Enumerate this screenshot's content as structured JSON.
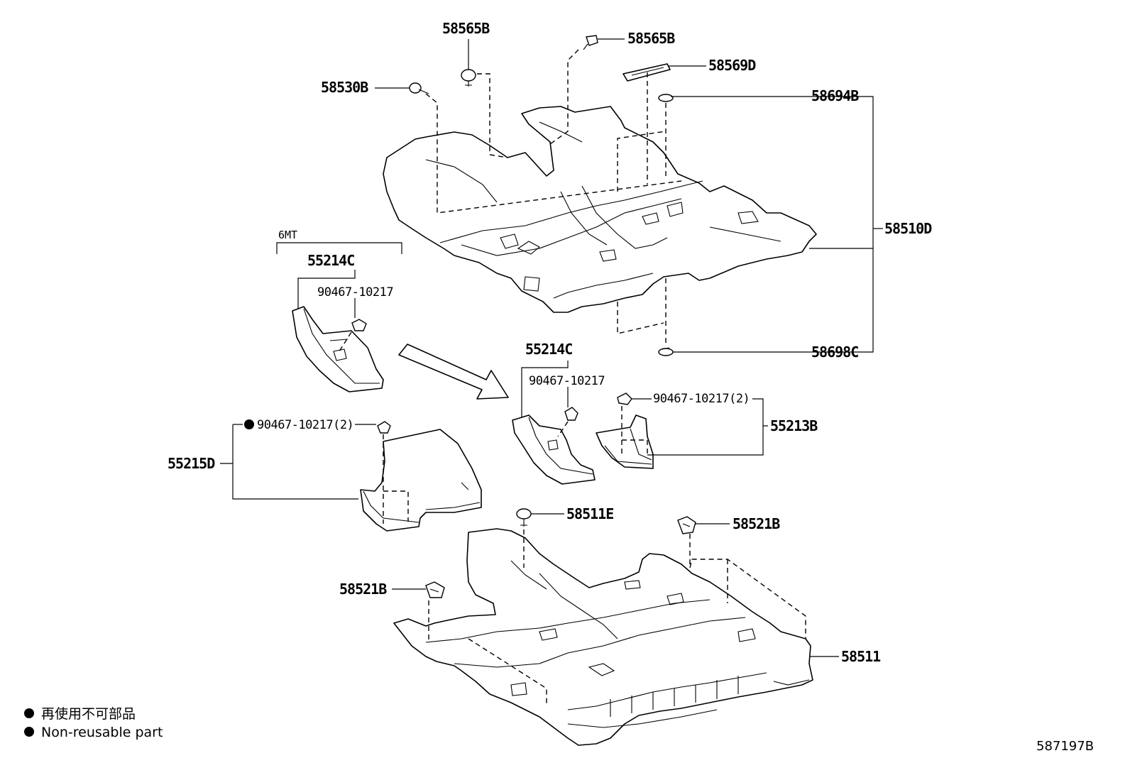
{
  "labels": {
    "p58565B_top": "58565B",
    "p58565B_right": "58565B",
    "p58569D": "58569D",
    "p58530B": "58530B",
    "p58694B": "58694B",
    "p58510D": "58510D",
    "p58698C": "58698C",
    "mt6": "6MT",
    "p55214C_left": "55214C",
    "p90467_left": "90467-10217",
    "p55214C_mid": "55214C",
    "p90467_mid": "90467-10217",
    "p90467_right2": "90467-10217(2)",
    "p55213B": "55213B",
    "p90467_left2": "90467-10217(2)",
    "p55215D": "55215D",
    "p58511E": "58511E",
    "p58521B_right": "58521B",
    "p58521B_left": "58521B",
    "p58511": "58511"
  },
  "legend": {
    "line1": "再使用不可部品",
    "line2": "Non-reusable part"
  },
  "figure_code": "587197B"
}
